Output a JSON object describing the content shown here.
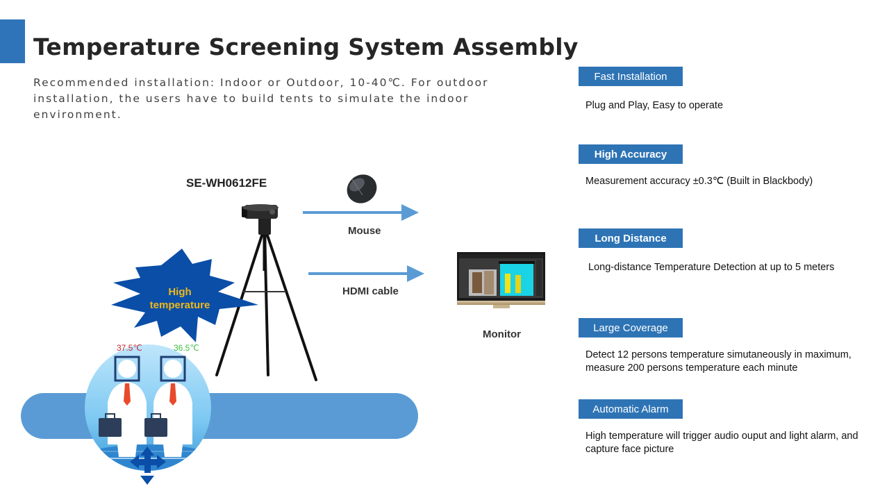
{
  "header": {
    "title": "Temperature Screening System Assembly",
    "subtitle": "Recommended installation: Indoor or Outdoor, 10-40℃. For outdoor installation, the users have to build tents to simulate the indoor environment."
  },
  "diagram": {
    "device_name": "SE-WH0612FE",
    "mouse_label": "Mouse",
    "hdmi_label": "HDMI cable",
    "monitor_label": "Monitor",
    "alert_line1": "High",
    "alert_line2": "temperature",
    "person_left_temp": "37.5℃",
    "person_right_temp": "36.5℃",
    "colors": {
      "accent": "#2f74b8",
      "arrow": "#5b9bd5",
      "star": "#0a4ea8",
      "alert_text": "#f0b818",
      "hot_temp": "#c0262d",
      "normal_temp": "#3fbf3f"
    }
  },
  "features": [
    {
      "tag": "Fast Installation",
      "desc": "Plug and Play, Easy to operate"
    },
    {
      "tag": "High Accuracy",
      "desc": "Measurement accuracy ±0.3℃ (Built in Blackbody)"
    },
    {
      "tag": "Long Distance",
      "desc": "Long-distance Temperature Detection at up to 5 meters"
    },
    {
      "tag": "Large Coverage",
      "desc": "Detect 12 persons temperature simutaneously  in maximum, measure 200 persons temperature each minute"
    },
    {
      "tag": "Automatic Alarm",
      "desc": "High temperature will trigger audio ouput and light alarm, and capture face picture"
    }
  ]
}
